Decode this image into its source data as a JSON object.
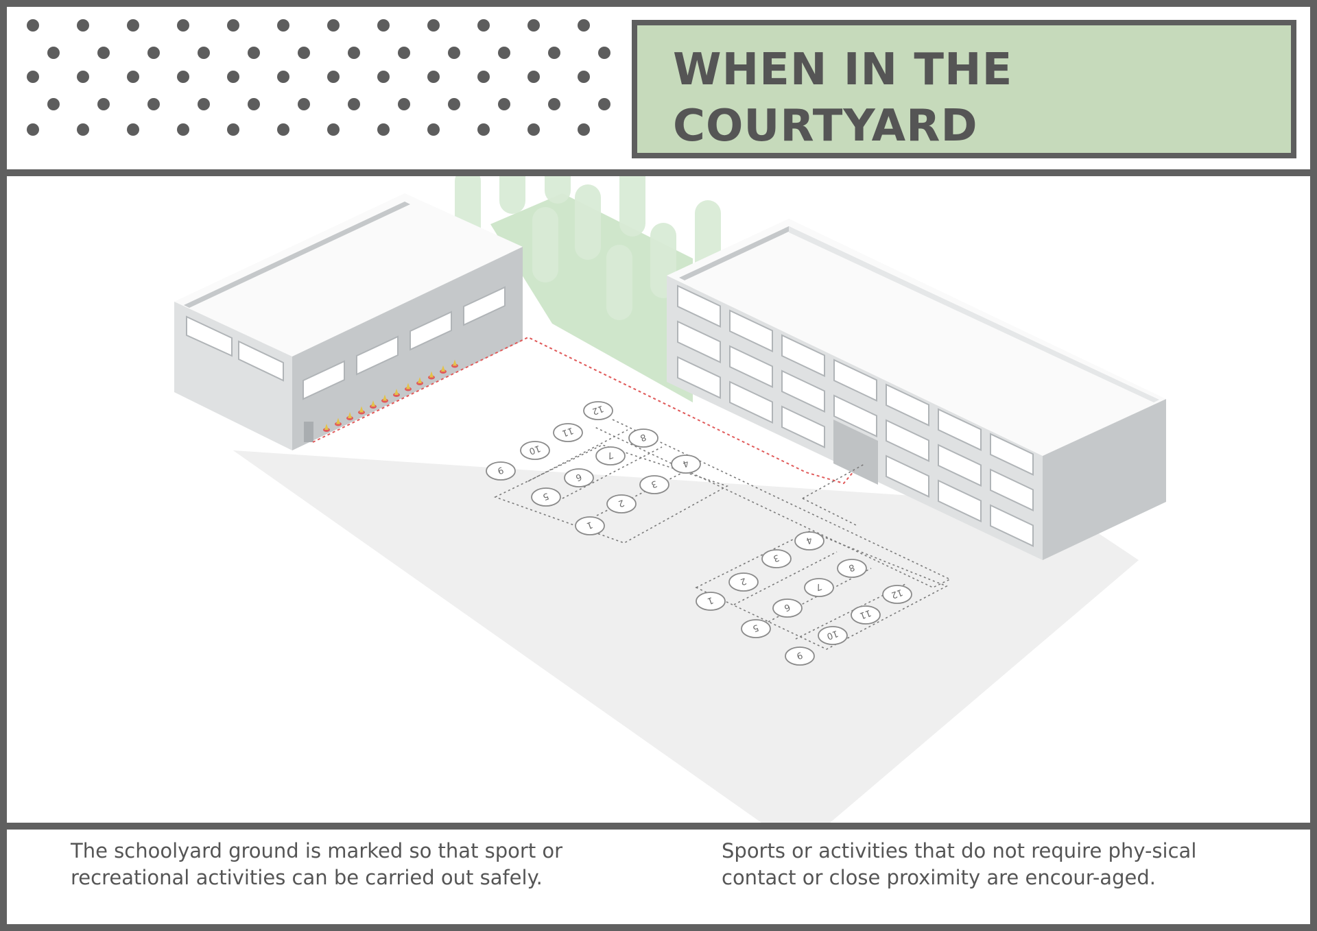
{
  "header": {
    "title_line1": "WHEN IN THE",
    "title_line2": "COURTYARD"
  },
  "captions": {
    "left": "The schoolyard ground is marked so that sport or recreational activities can be carried out safely.",
    "right": "Sports or activities that do not require phy-sical contact or close proximity are encour-aged."
  },
  "illustration": {
    "left_group_spot_numbers": [
      "12",
      "11",
      "10",
      "9",
      "8",
      "7",
      "6",
      "5",
      "4",
      "3",
      "2",
      "1"
    ],
    "right_group_spot_numbers": [
      "4",
      "3",
      "2",
      "1",
      "8",
      "7",
      "6",
      "5",
      "12",
      "11",
      "10",
      "9"
    ]
  },
  "colors": {
    "frame": "#606060",
    "title_background": "#c6dabb",
    "text": "#555555",
    "building_roof": "#fafafa",
    "building_wall_light": "#dfe1e2",
    "building_wall_dark": "#c5c8ca",
    "ground": "#efefef",
    "garden": "#cfe6cb",
    "trees": "#d9ebd6",
    "red_marking": "#e05a5a"
  }
}
